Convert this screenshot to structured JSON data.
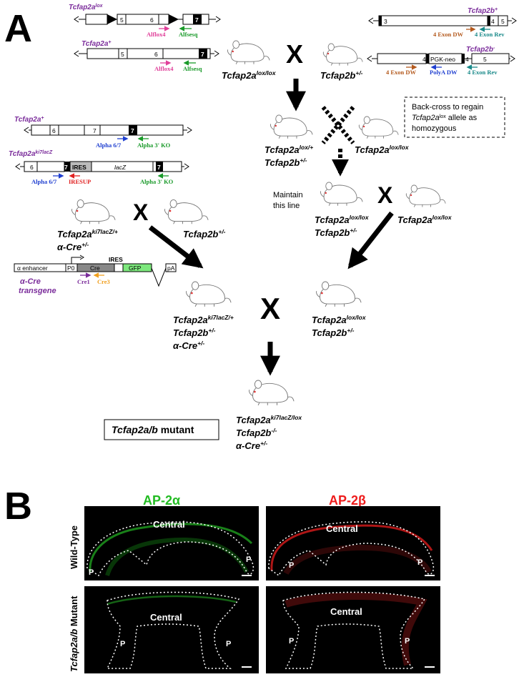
{
  "panels": {
    "a": "A",
    "b": "B"
  },
  "alleles": {
    "a_lox": {
      "base": "Tcfap2a",
      "sup": "lox"
    },
    "b_plus": {
      "base": "Tcfap2b",
      "sup": "+"
    },
    "a_plus_top": {
      "base": "Tcfap2a",
      "sup": "+"
    },
    "b_minus": {
      "base": "Tcfap2b",
      "sup": "-"
    },
    "a_plus_mid": {
      "base": "Tcfap2a",
      "sup": "+"
    },
    "a_ki": {
      "base": "Tcfap2a",
      "sup": "ki7lacZ"
    }
  },
  "exons": [
    "5",
    "6",
    "7",
    "3",
    "4",
    "5",
    "4",
    "5",
    "6",
    "7",
    "6",
    "7",
    "7"
  ],
  "constructs": {
    "pgk_neo": "PGK-neo",
    "ires": "IRES",
    "lacz": "lacZ"
  },
  "primers": {
    "alflox4": "Alflox4",
    "alfsesq": "Alfsesq",
    "exon_dw": "4 Exon DW",
    "exon_rev": "4 Exon Rev",
    "polya_dw": "PolyA DW",
    "alpha67": "Alpha 6/7",
    "alpha3ko": "Alpha 3' KO",
    "iresup": "IRESUP",
    "cre1": "Cre1",
    "cre3": "Cre3"
  },
  "transgene": {
    "enhancer": "α enhancer",
    "p0": "P0",
    "cre": "Cre",
    "ires": "IRES",
    "gfp": "GFP",
    "pa": "pA",
    "name_line1": "α-Cre",
    "name_line2": "transgene"
  },
  "genotypes": {
    "g1": {
      "base": "Tcfap2a",
      "sup": "lox/lox"
    },
    "g2": {
      "base": "Tcfap2b",
      "sup": "+/-"
    },
    "g3a": {
      "base": "Tcfap2a",
      "sup": "lox/+"
    },
    "g3b": {
      "base": "Tcfap2b",
      "sup": "+/-"
    },
    "g4": {
      "base": "Tcfap2a",
      "sup": "lox/lox"
    },
    "g5a": {
      "base": "Tcfap2a",
      "sup": "lox/lox"
    },
    "g5b": {
      "base": "Tcfap2b",
      "sup": "+/-"
    },
    "g6": {
      "base": "Tcfap2a",
      "sup": "lox/lox"
    },
    "g7a": {
      "base": "Tcfap2a",
      "sup": "ki7lacZ/+"
    },
    "g7b": {
      "base": "α-Cre",
      "sup": "+/-"
    },
    "g8": {
      "base": "Tcfap2b",
      "sup": "+/-"
    },
    "g9a": {
      "base": "Tcfap2a",
      "sup": "ki7lacZ/+"
    },
    "g9b": {
      "base": "Tcfap2b",
      "sup": "+/-"
    },
    "g9c": {
      "base": "α-Cre",
      "sup": "+/-"
    },
    "g10a": {
      "base": "Tcfap2a",
      "sup": "lox/lox"
    },
    "g10b": {
      "base": "Tcfap2b",
      "sup": "+/-"
    },
    "g11a": {
      "base": "Tcfap2a",
      "sup": "ki7lacZ/lox"
    },
    "g11b": {
      "base": "Tcfap2b",
      "sup": "-/-"
    },
    "g11c": {
      "base": "α-Cre",
      "sup": "+/-"
    }
  },
  "cross": "X",
  "notes": {
    "backcross_l1": "Back-cross to regain",
    "backcross_l2_allele": "Tcfap2a",
    "backcross_l2_sup": "lox",
    "backcross_l2_rest": " allele as",
    "backcross_l3": "homozygous",
    "maintain_l1": "Maintain",
    "maintain_l2": "this line"
  },
  "mutant_box": {
    "italic": "Tcfap2a/b",
    "rest": " mutant"
  },
  "panel_b": {
    "col_alpha": "AP-2α",
    "col_beta": "AP-2β",
    "row_wt": "Wild-Type",
    "row_mut_italic": "Tcfap2a/b",
    "row_mut_rest": " Mutant",
    "central": "Central",
    "p": "P"
  },
  "colors": {
    "purple": "#7b2d9b",
    "pink": "#e0409a",
    "green": "#1a9a2a",
    "brown": "#b45a1e",
    "teal": "#1a8a8a",
    "blue": "#1f3fd0",
    "red": "#e02020",
    "orange": "#f0a020",
    "gfp": "#7de87d",
    "ap2a": "#22bb22",
    "ap2b": "#ee1c1c"
  }
}
